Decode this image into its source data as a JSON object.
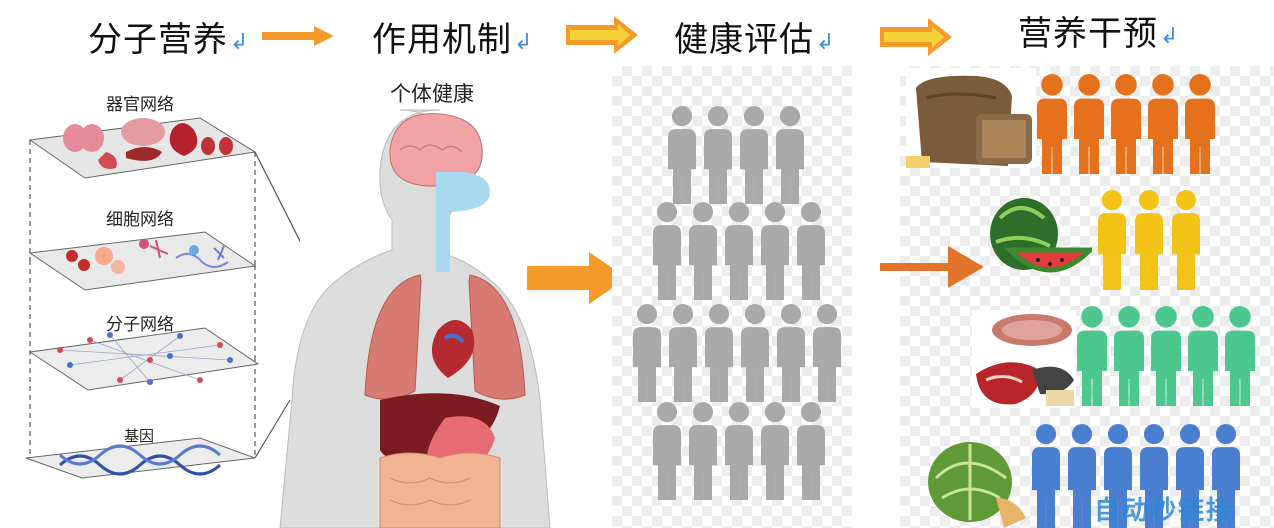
{
  "steps": [
    {
      "label": "分子营养",
      "mark": "↲"
    },
    {
      "label": "作用机制",
      "mark": "↲"
    },
    {
      "label": "健康评估",
      "mark": "↲"
    },
    {
      "label": "营养干预",
      "mark": "↲"
    }
  ],
  "body_caption": "个体健康",
  "network_layers": [
    "器官网络",
    "细胞网络",
    "分子网络",
    "基因"
  ],
  "watermark": "自动秒链接",
  "colors": {
    "arrow_orange": "#f39a2b",
    "arrow_yellow_inner": "#f6d23a",
    "person_gray": "#a9a9a9",
    "person_orange": "#e5711c",
    "person_yellow": "#f3c318",
    "person_green": "#4cc88f",
    "person_blue": "#4a7fd0"
  },
  "intervention_groups": [
    {
      "food": "bread-image",
      "people": 5,
      "color": "orange"
    },
    {
      "food": "watermelon-image",
      "people": 3,
      "color": "yellow"
    },
    {
      "food": "meat-image",
      "people": 5,
      "color": "green"
    },
    {
      "food": "cabbage-image",
      "people": 6,
      "color": "blue"
    }
  ],
  "assessment_rows": [
    4,
    5,
    6,
    5
  ]
}
